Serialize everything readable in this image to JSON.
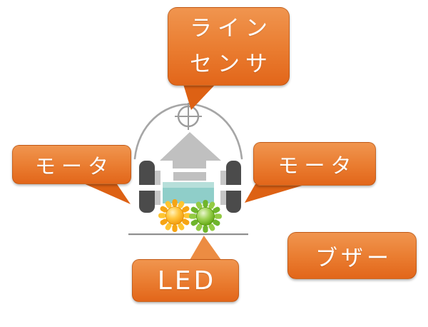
{
  "page": {
    "background": "#FFFFFF",
    "description": "Labeled diagram of a two-wheel line-tracing robot with Japanese callout labels"
  },
  "colors": {
    "bubble_gradient_top": "#F0954F",
    "bubble_gradient_mid": "#EA7D31",
    "bubble_gradient_bottom": "#E2661A",
    "bubble_border": "#A6480C",
    "tail_bottom": "#DD6114",
    "tail_top": "#EC8C42",
    "label_text": "#FFFFFF",
    "robot_outline_gray": "#A6A6A6",
    "arrow_gray": "#C0C0C0",
    "wheel_dark": "#4B4B4B",
    "wheel_hub": "#C6C6C6",
    "body_teal": "#8FCEC9",
    "body_teal_light": "#B7DFDA",
    "led_orange": "#F6A413",
    "led_green": "#6FB52C"
  },
  "callouts": {
    "line_sensor": {
      "line1": "ライン",
      "line2": "センサ"
    },
    "motor_left": {
      "label": "モータ"
    },
    "motor_right": {
      "label": "モータ"
    },
    "led": {
      "label": "LED"
    },
    "buzzer": {
      "label": "ブザー"
    }
  },
  "robot": {
    "icons": {
      "line_sensor": "crosshair-circle",
      "front_bumper": "dome-arc",
      "direction": "up-arrow",
      "left_wheel": "dark-wheel",
      "right_wheel": "dark-wheel",
      "led_left": "sunburst-orange",
      "led_right": "sunburst-green"
    }
  }
}
